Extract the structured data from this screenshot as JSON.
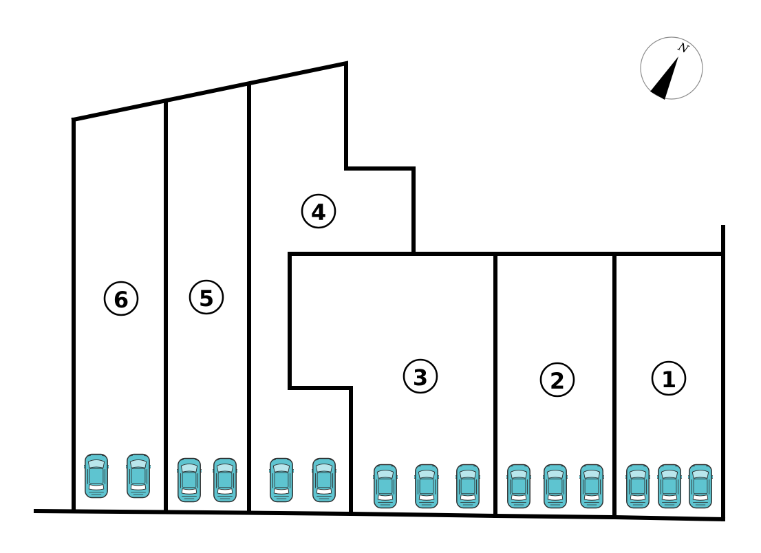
{
  "compass": {
    "label": "N"
  },
  "lots": [
    {
      "id": "lot-1",
      "label": "1",
      "parking_spaces": 3
    },
    {
      "id": "lot-2",
      "label": "2",
      "parking_spaces": 3
    },
    {
      "id": "lot-3",
      "label": "3",
      "parking_spaces": 3
    },
    {
      "id": "lot-4",
      "label": "4",
      "parking_spaces": 2
    },
    {
      "id": "lot-5",
      "label": "5",
      "parking_spaces": 2
    },
    {
      "id": "lot-6",
      "label": "6",
      "parking_spaces": 2
    }
  ],
  "colors": {
    "outline": "#000000",
    "car_body": "#5ec4d0",
    "car_glass": "#b9e6ec",
    "background": "#ffffff"
  }
}
